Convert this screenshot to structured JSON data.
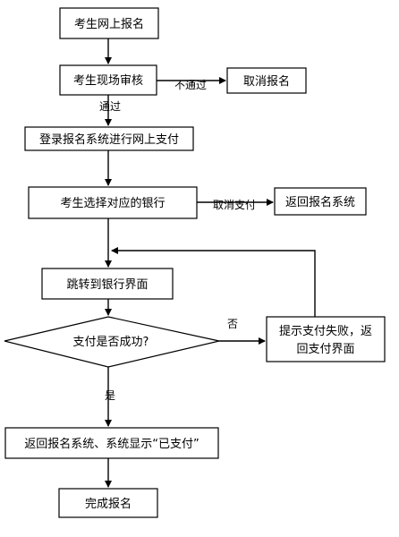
{
  "nodes": {
    "online_registration": "考生网上报名",
    "onsite_review": "考生现场审核",
    "cancel_registration": "取消报名",
    "login_pay": "登录报名系统进行网上支付",
    "choose_bank": "考生选择对应的银行",
    "return_system": "返回报名系统",
    "bank_interface": "跳转到银行界面",
    "payment_success": "支付是否成功?",
    "payment_failed_line1": "提示支付失败，返",
    "payment_failed_line2": "回支付界面",
    "return_show_paid": "返回报名系统、系统显示“已支付”",
    "complete": "完成报名"
  },
  "edges": {
    "not_passed": "不通过",
    "passed": "通过",
    "cancel_payment": "取消支付",
    "no": "否",
    "yes": "是"
  }
}
